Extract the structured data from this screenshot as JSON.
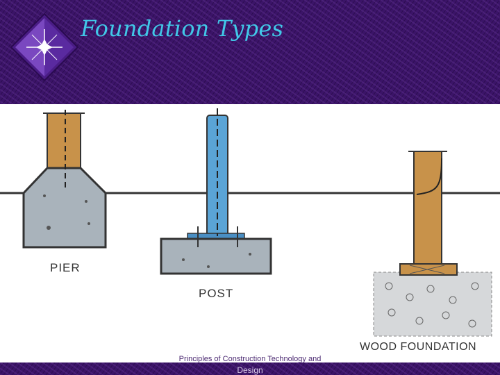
{
  "slide": {
    "title": "Foundation Types"
  },
  "diagram": {
    "labels": {
      "pier": "PIER",
      "post": "POST",
      "wood_foundation": "WOOD FOUNDATION"
    }
  },
  "footer": {
    "line1": "Principles of Construction Technology and",
    "line2": "Design"
  },
  "colors": {
    "background": "#3b1468",
    "title": "#41c8e8",
    "concrete": "#a9b3bb",
    "wood": "#c8924a",
    "post": "#5aa4d6"
  }
}
